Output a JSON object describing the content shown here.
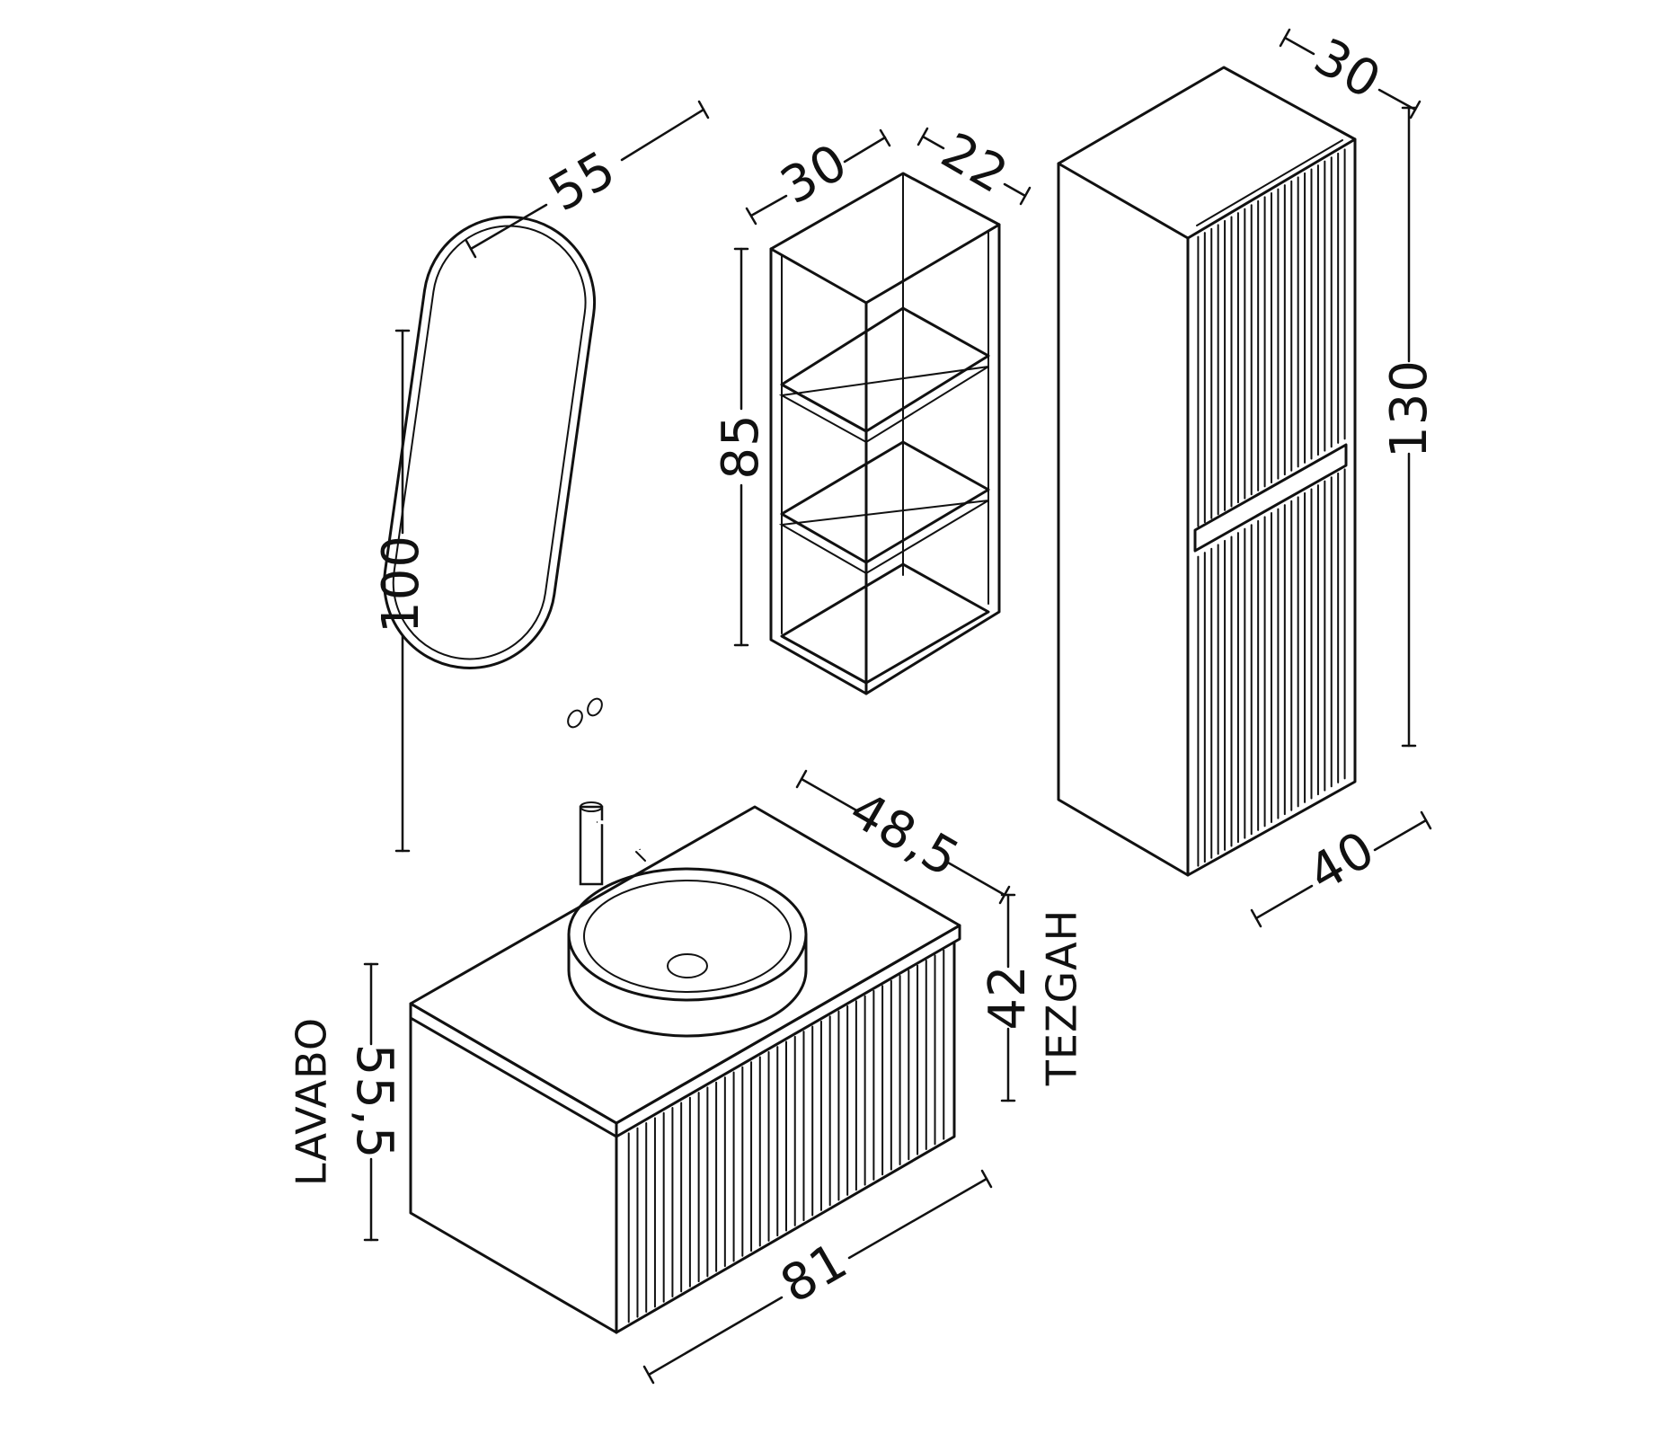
{
  "dimensions": {
    "mirror_width": "55",
    "mirror_height": "100",
    "shelf_width": "30",
    "shelf_depth": "22",
    "shelf_height": "85",
    "tall_depth": "30",
    "tall_height": "130",
    "tall_width": "40",
    "counter_depth": "48,5",
    "counter_height": "42",
    "vanity_width": "81",
    "vanity_height": "55,5"
  },
  "labels": {
    "counter": "TEZGAH",
    "vanity": "LAVABO"
  },
  "colors": {
    "line": "#111111",
    "background": "#ffffff"
  }
}
